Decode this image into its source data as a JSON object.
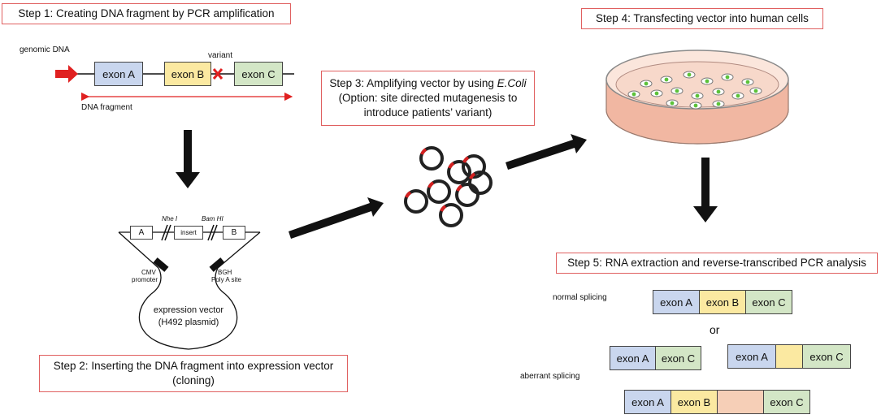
{
  "step1": {
    "label": "Step 1: Creating DNA fragment  by PCR amplification"
  },
  "step2": {
    "line1": "Step 2: Inserting the DNA fragment into expression vector",
    "line2": "(cloning)"
  },
  "step3": {
    "line1_prefix": "Step 3: Amplifying vector by using ",
    "line1_italic": "E.Coli",
    "line2": "(Option: site directed mutagenesis to",
    "line3": "introduce patients’ variant)"
  },
  "step4": {
    "label": "Step 4: Transfecting vector into human cells"
  },
  "step5": {
    "label": "Step 5: RNA extraction and reverse-transcribed PCR analysis"
  },
  "genomic": {
    "genomic_dna_label": "genomic DNA",
    "variant_label": "variant",
    "dna_fragment_label": "DNA fragment",
    "exons": [
      "exon A",
      "exon B",
      "exon C"
    ]
  },
  "plasmid": {
    "nhe_label": "Nhe I",
    "bam_label": "Bam HI",
    "box_a": "A",
    "insert": "insert",
    "box_b": "B",
    "cmv_line1": "CMV",
    "cmv_line2": "promoter",
    "bgh_line1": "BGH",
    "bgh_line2": "Poly A site",
    "vector_line1": "expression vector",
    "vector_line2": "(H492 plasmid)"
  },
  "results": {
    "normal_label": "normal splicing",
    "or_label": "or",
    "aberrant_label": "aberrant splicing",
    "normal": [
      "exon A",
      "exon B",
      "exon C"
    ],
    "skip": [
      "exon A",
      "exon C"
    ],
    "partial": [
      "exon A",
      "",
      "exon C"
    ],
    "retention": [
      "exon A",
      "exon B",
      "",
      "exon C"
    ]
  },
  "colors": {
    "step_border": "#e06060",
    "arrow": "#111111",
    "red": "#e02020",
    "exon_a": "#c9d6ee",
    "exon_b": "#fbe9a1",
    "exon_c": "#d3e6c6",
    "intron": "#f6cfb7"
  }
}
